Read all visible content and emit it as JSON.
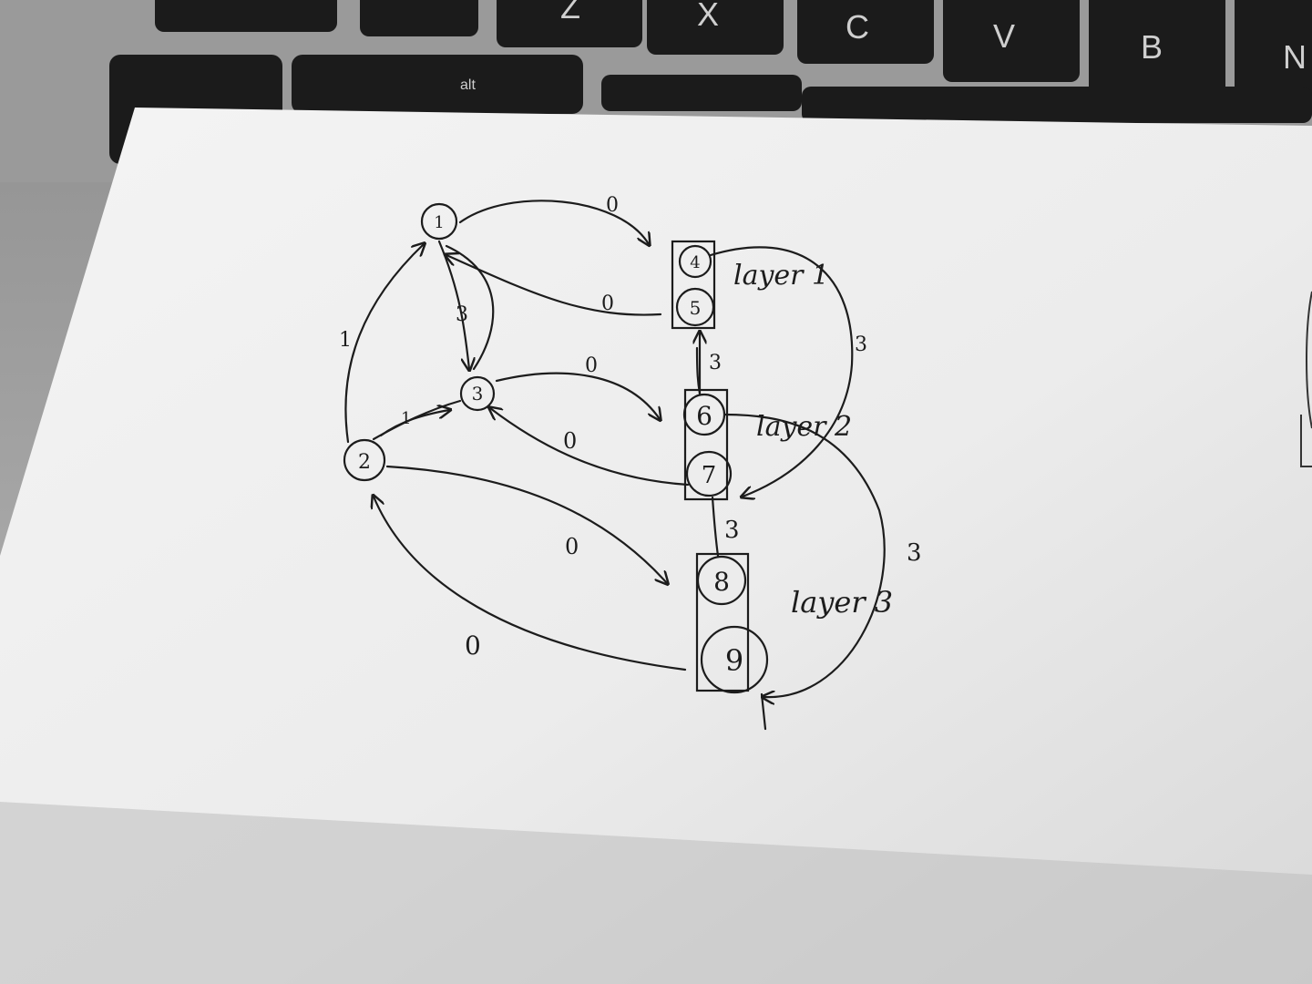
{
  "keyboard": {
    "keys": [
      "Z",
      "X",
      "C",
      "V",
      "B",
      "N",
      "alt"
    ]
  },
  "diagram": {
    "nodes": [
      {
        "id": "n1",
        "label": "1"
      },
      {
        "id": "n2",
        "label": "2"
      },
      {
        "id": "n3",
        "label": "3"
      },
      {
        "id": "n4",
        "label": "4"
      },
      {
        "id": "n5",
        "label": "5"
      },
      {
        "id": "n6",
        "label": "6"
      },
      {
        "id": "n7",
        "label": "7"
      },
      {
        "id": "n8",
        "label": "8"
      },
      {
        "id": "n9",
        "label": "9"
      }
    ],
    "layers": [
      "layer 1",
      "layer 2",
      "layer 3"
    ],
    "edges": [
      {
        "from": "1",
        "to": "4",
        "weight": "0"
      },
      {
        "from": "1",
        "to": "3",
        "weight": "3"
      },
      {
        "from": "5",
        "to": "1",
        "weight": "0"
      },
      {
        "from": "2",
        "to": "1",
        "weight": "1"
      },
      {
        "from": "2",
        "to": "3",
        "weight": "1"
      },
      {
        "from": "3",
        "to": "6",
        "weight": "0"
      },
      {
        "from": "7",
        "to": "3",
        "weight": "0"
      },
      {
        "from": "6",
        "to": "5",
        "weight": "3"
      },
      {
        "from": "4",
        "to": "7",
        "weight": "3"
      },
      {
        "from": "7",
        "to": "8",
        "weight": "3"
      },
      {
        "from": "2",
        "to": "8",
        "weight": "0"
      },
      {
        "from": "9",
        "to": "2",
        "weight": "0"
      },
      {
        "from": "6",
        "to": "9",
        "weight": "3"
      }
    ]
  }
}
